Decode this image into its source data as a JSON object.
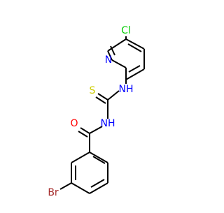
{
  "molecule": {
    "atom_labels": {
      "chlorine": "Cl",
      "pyridine_nitrogen": "N",
      "thiourea_nh": "NH",
      "sulfur": "S",
      "amide_nh": "NH",
      "oxygen": "O",
      "bromine": "Br"
    },
    "colors": {
      "bond": "#000000",
      "nitrogen": "#0000ff",
      "oxygen": "#ff0000",
      "sulfur": "#cccc00",
      "chlorine": "#00cc00",
      "bromine": "#a52a2a"
    }
  }
}
